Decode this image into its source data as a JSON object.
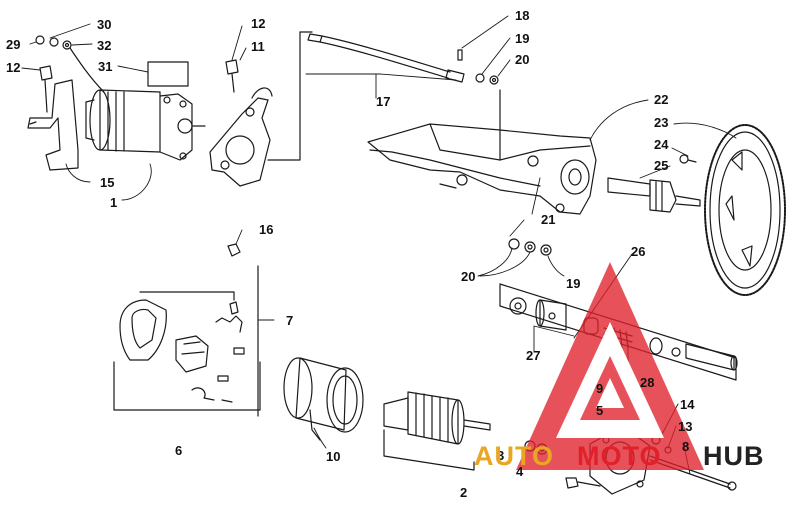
{
  "callouts": [
    {
      "id": "c1",
      "text": "1"
    },
    {
      "id": "c2",
      "text": "2"
    },
    {
      "id": "c3",
      "text": "3"
    },
    {
      "id": "c4",
      "text": "4"
    },
    {
      "id": "c5",
      "text": "5"
    },
    {
      "id": "c6",
      "text": "6"
    },
    {
      "id": "c7",
      "text": "7"
    },
    {
      "id": "c8",
      "text": "8"
    },
    {
      "id": "c9",
      "text": "9"
    },
    {
      "id": "c10",
      "text": "10"
    },
    {
      "id": "c11",
      "text": "11"
    },
    {
      "id": "c12a",
      "text": "12"
    },
    {
      "id": "c12b",
      "text": "12"
    },
    {
      "id": "c13",
      "text": "13"
    },
    {
      "id": "c14",
      "text": "14"
    },
    {
      "id": "c15",
      "text": "15"
    },
    {
      "id": "c16",
      "text": "16"
    },
    {
      "id": "c17",
      "text": "17"
    },
    {
      "id": "c18",
      "text": "18"
    },
    {
      "id": "c19a",
      "text": "19"
    },
    {
      "id": "c19b",
      "text": "19"
    },
    {
      "id": "c20a",
      "text": "20"
    },
    {
      "id": "c20b",
      "text": "20"
    },
    {
      "id": "c21",
      "text": "21"
    },
    {
      "id": "c22",
      "text": "22"
    },
    {
      "id": "c23",
      "text": "23"
    },
    {
      "id": "c24",
      "text": "24"
    },
    {
      "id": "c25",
      "text": "25"
    },
    {
      "id": "c26",
      "text": "26"
    },
    {
      "id": "c27",
      "text": "27"
    },
    {
      "id": "c28",
      "text": "28"
    },
    {
      "id": "c29",
      "text": "29"
    },
    {
      "id": "c30",
      "text": "30"
    },
    {
      "id": "c31",
      "text": "31"
    },
    {
      "id": "c32",
      "text": "32"
    }
  ],
  "watermark": {
    "part1": "AUTO",
    "part2": "MOTO",
    "part3": "HUB",
    "colors": {
      "red": "#e0212b",
      "gold": "#e9a623",
      "dark": "#222222"
    }
  },
  "colors": {
    "line": "#1a1a1a",
    "background": "#ffffff"
  }
}
